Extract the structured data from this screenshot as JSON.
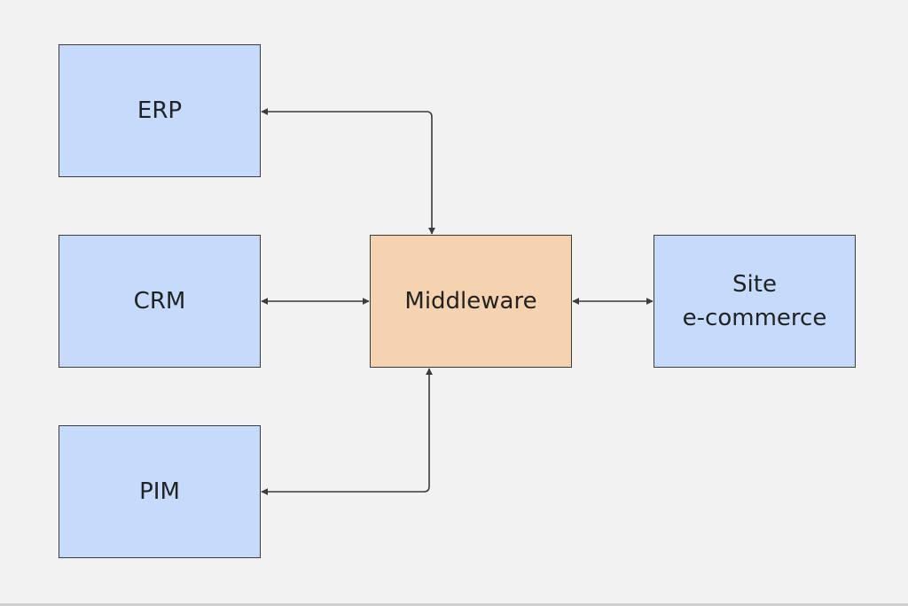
{
  "colors": {
    "background": "#f2f2f2",
    "system_fill": "#c6dbfb",
    "middleware_fill": "#f6d3b0",
    "stroke": "#3b3b3b"
  },
  "nodes": {
    "erp": {
      "label": "ERP"
    },
    "crm": {
      "label": "CRM"
    },
    "pim": {
      "label": "PIM"
    },
    "middleware": {
      "label": "Middleware"
    },
    "site": {
      "label": "Site\ne-commerce"
    }
  },
  "connections": [
    {
      "from": "middleware",
      "to": "erp",
      "arrows": "both"
    },
    {
      "from": "middleware",
      "to": "crm",
      "arrows": "both"
    },
    {
      "from": "middleware",
      "to": "pim",
      "arrows": "both"
    },
    {
      "from": "middleware",
      "to": "site",
      "arrows": "both"
    }
  ]
}
